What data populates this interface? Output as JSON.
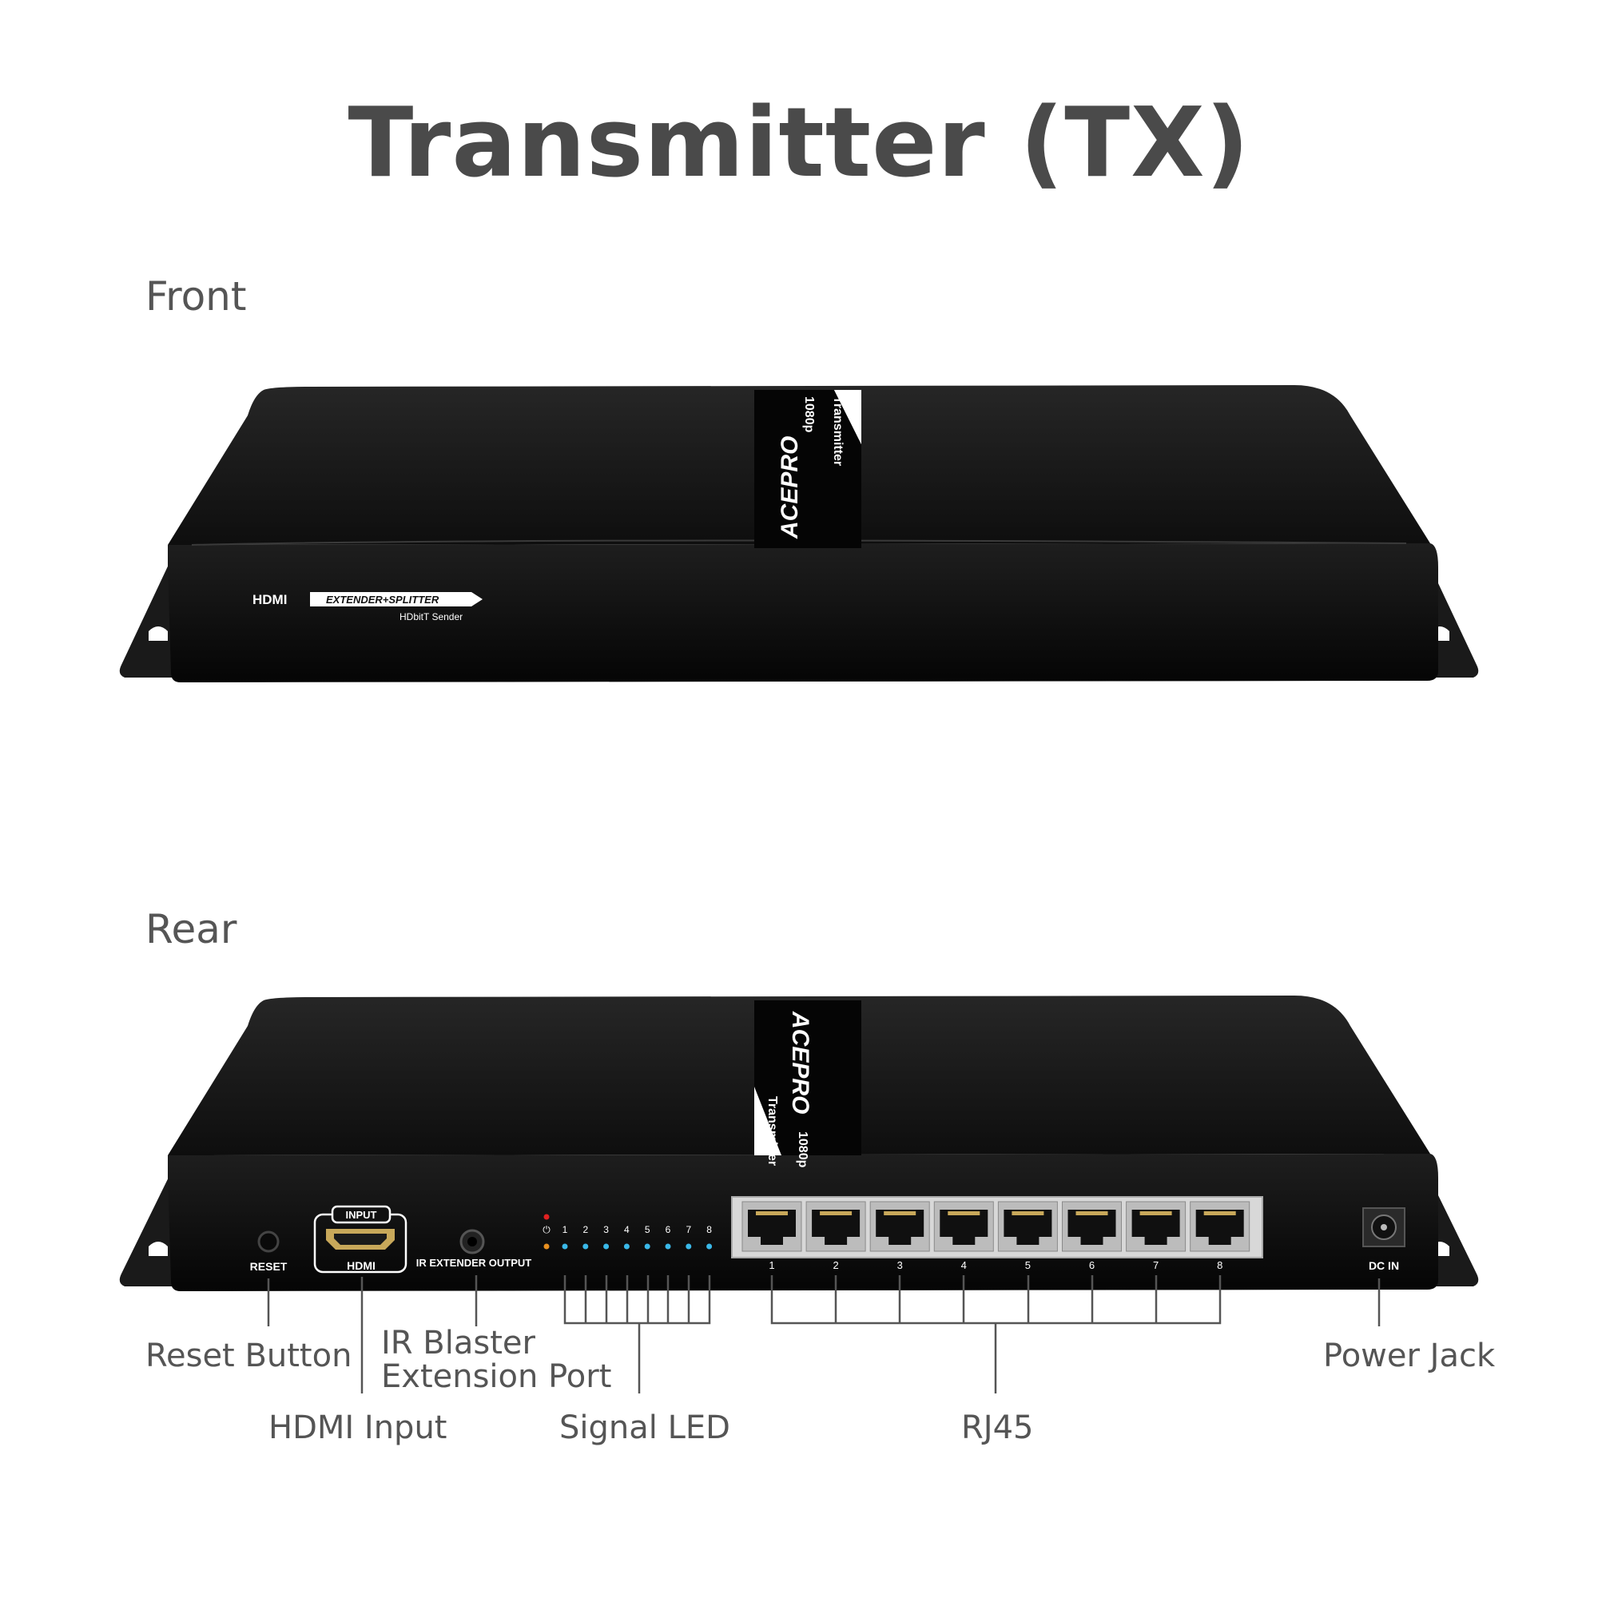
{
  "title": "Transmitter (TX)",
  "front": {
    "label": "Front",
    "brand_logo": "ACEPRO",
    "band_text_1": "1080p",
    "band_text_2": "Transmitter",
    "hdmi_logo": "HDMI",
    "banner_text": "EXTENDER+SPLITTER",
    "sender_text": "HDbitT Sender"
  },
  "rear": {
    "label": "Rear",
    "brand_logo": "ACEPRO",
    "band_text_1": "Transmitter",
    "band_text_2": "1080p",
    "panel": {
      "reset": "RESET",
      "input_badge": "INPUT",
      "hdmi": "HDMI",
      "ir_output": "IR EXTENDER OUTPUT",
      "dc_in": "DC IN",
      "led_numbers": [
        "1",
        "2",
        "3",
        "4",
        "5",
        "6",
        "7",
        "8"
      ],
      "rj45_numbers": [
        "1",
        "2",
        "3",
        "4",
        "5",
        "6",
        "7",
        "8"
      ]
    },
    "callouts": {
      "reset_button": "Reset Button",
      "hdmi_input": "HDMI Input",
      "ir_blaster_line1": "IR Blaster",
      "ir_blaster_line2": "Extension Port",
      "signal_led": "Signal LED",
      "rj45": "RJ45",
      "power_jack": "Power Jack"
    }
  },
  "colors": {
    "title": "#4a4a4a",
    "label": "#555555",
    "device_body": "#141414",
    "led_blue": "#3ab8e8",
    "led_orange": "#e89020",
    "led_red": "#e02020"
  }
}
